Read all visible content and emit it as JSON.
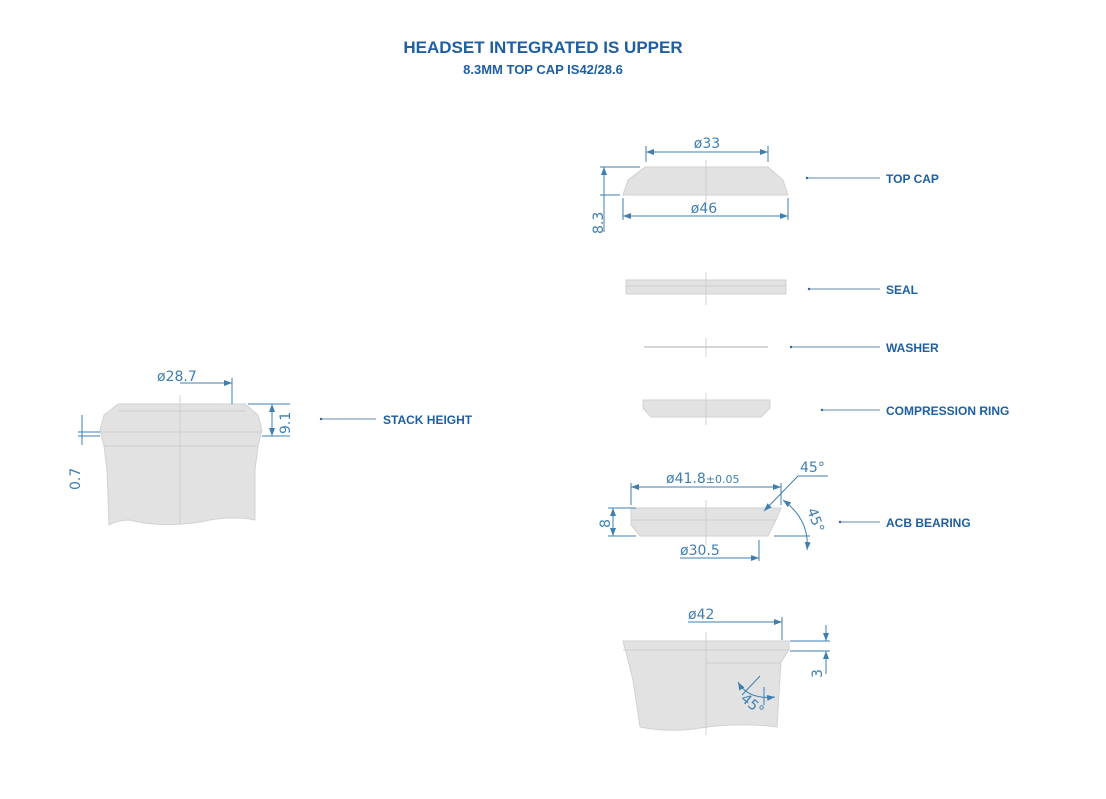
{
  "title": "HEADSET INTEGRATED IS UPPER",
  "subtitle": "8.3MM TOP CAP IS42/28.6",
  "labels": {
    "stack_height": "STACK HEIGHT",
    "top_cap": "TOP CAP",
    "seal": "SEAL",
    "washer": "WASHER",
    "compression_ring": "COMPRESSION RING",
    "acb_bearing": "ACB BEARING"
  },
  "dimensions": {
    "stack_dia": "ø28.7",
    "stack_height": "9.1",
    "stack_lip": "0.7",
    "topcap_inner": "ø33",
    "topcap_outer": "ø46",
    "topcap_height": "8.3",
    "bearing_outer": "ø41.8",
    "bearing_tol": "±0.05",
    "bearing_inner": "ø30.5",
    "bearing_height": "8",
    "bearing_angle_top": "45°",
    "bearing_angle_side": "45°",
    "frame_dia": "ø42",
    "frame_depth": "3",
    "frame_angle": "45°"
  },
  "colors": {
    "title": "#1e5fa3",
    "dimension": "#3f7fb0",
    "part": "#e2e2e2"
  }
}
